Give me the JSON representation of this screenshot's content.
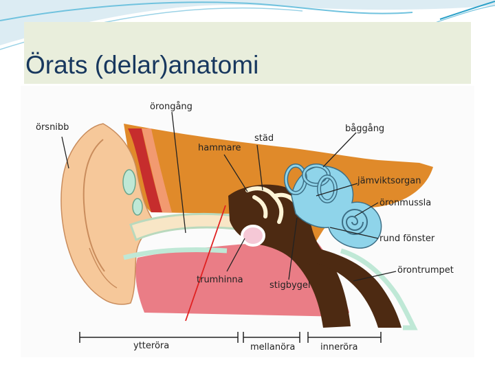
{
  "slide": {
    "title": "Örats (delar)anatomi"
  },
  "diagram": {
    "labels": {
      "orsnibb": "örsnibb",
      "orongang": "örongång",
      "hammare": "hammare",
      "stad": "städ",
      "baggang": "båggång",
      "jamviktsorgan": "jämviktsorgan",
      "oronmussla": "öronmussla",
      "rund_fonster": "rund fönster",
      "orontrumpet": "örontrumpet",
      "trumhinna": "trumhinna",
      "stigbygel": "stigbygel"
    },
    "sections": {
      "ytterora": "ytteröra",
      "mellanora": "mellanöra",
      "innerora": "inneröra"
    }
  },
  "colors": {
    "accent_teal": "#2aa0c8",
    "title_text": "#17375e",
    "skin": "#f6c89a",
    "pink": "#ea7d86",
    "orange": "#e08a2a",
    "brown": "#4d2a12",
    "inner_ear_blue": "#8fd4ea",
    "annotation_red": "#e02020"
  }
}
